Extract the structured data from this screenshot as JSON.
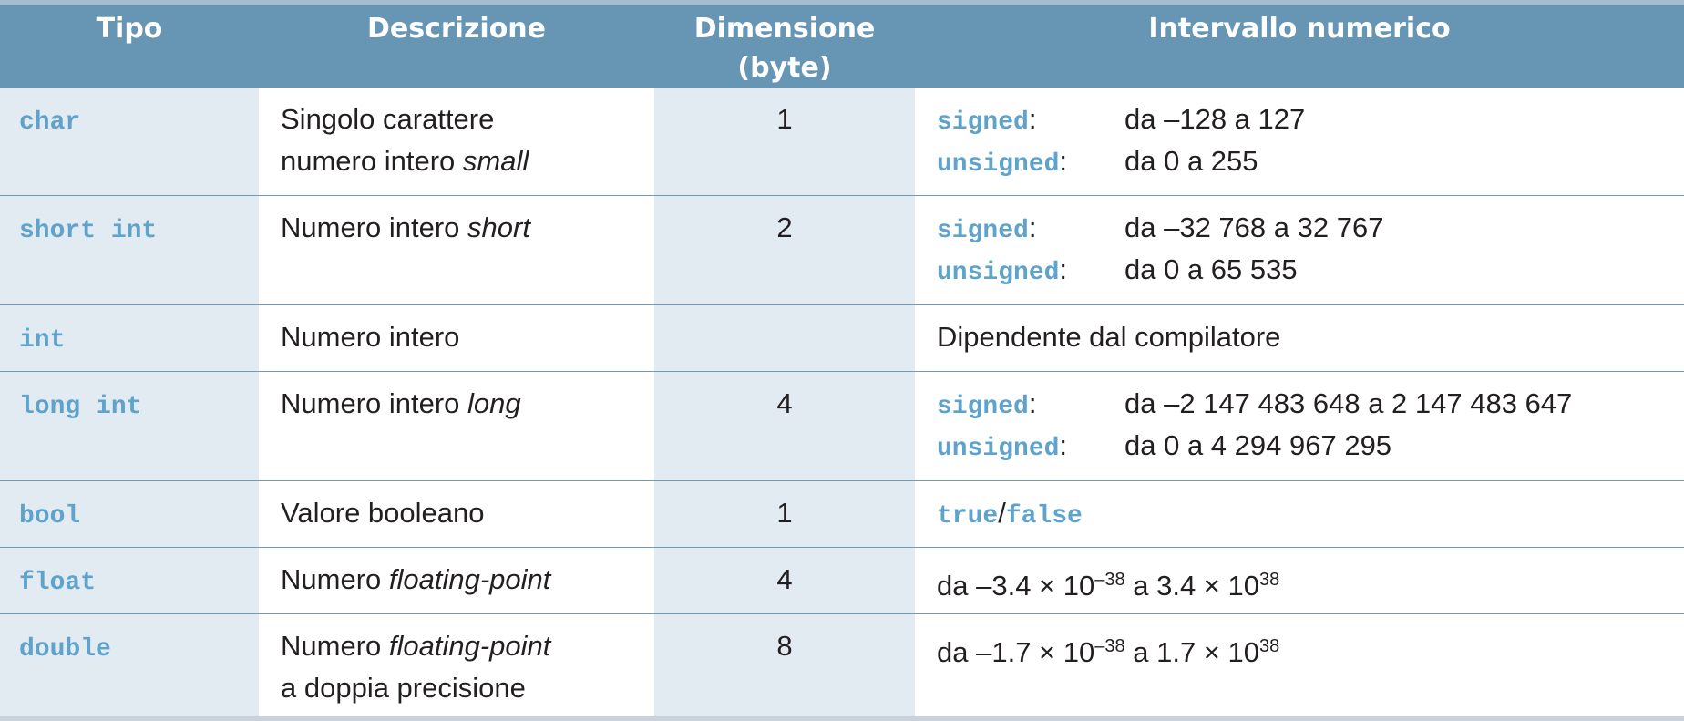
{
  "header": {
    "tipo": "Tipo",
    "descrizione": "Descrizione",
    "dimensione_line1": "Dimensione",
    "dimensione_line2": "(byte)",
    "intervallo": "Intervallo numerico"
  },
  "rows": [
    {
      "tipo": "char",
      "desc_line1": "Singolo carattere",
      "desc_line2_plain": "numero intero ",
      "desc_line2_italic": "small",
      "dim": "1",
      "signed_label": "signed",
      "signed_range": "da –128 a 127",
      "unsigned_label": "unsigned",
      "unsigned_range": "da 0 a 255"
    },
    {
      "tipo": "short int",
      "desc_plain": "Numero intero ",
      "desc_italic": "short",
      "dim": "2",
      "signed_label": "signed",
      "signed_range": "da –32 768 a 32 767",
      "unsigned_label": "unsigned",
      "unsigned_range": "da 0 a 65 535"
    },
    {
      "tipo": "int",
      "desc": "Numero intero",
      "dim": "",
      "range": "Dipendente dal compilatore"
    },
    {
      "tipo": "long int",
      "desc_plain": "Numero intero ",
      "desc_italic": "long",
      "dim": "4",
      "signed_label": "signed",
      "signed_range": "da –2 147 483 648 a 2 147 483 647",
      "unsigned_label": "unsigned",
      "unsigned_range": "da 0 a 4 294 967 295"
    },
    {
      "tipo": "bool",
      "desc": "Valore booleano",
      "dim": "1",
      "true_label": "true",
      "slash": "/",
      "false_label": "false"
    },
    {
      "tipo": "float",
      "desc_plain": "Numero ",
      "desc_italic": "floating-point",
      "dim": "4",
      "range_a": "da –3.4 × 10",
      "exp_a": "–38",
      "range_b": " a 3.4 × 10",
      "exp_b": "38"
    },
    {
      "tipo": "double",
      "desc_plain": "Numero ",
      "desc_italic": "floating-point",
      "desc_line2": "a doppia precisione",
      "dim": "8",
      "range_a": "da –1.7 × 10",
      "exp_a": "–38",
      "range_b": " a 1.7 × 10",
      "exp_b": "38"
    }
  ],
  "colors": {
    "header_bg": "#6796b4",
    "code_text": "#5fa3cb",
    "shaded_column": "#e2eaf2",
    "row_rule": "#6d9bbb"
  }
}
